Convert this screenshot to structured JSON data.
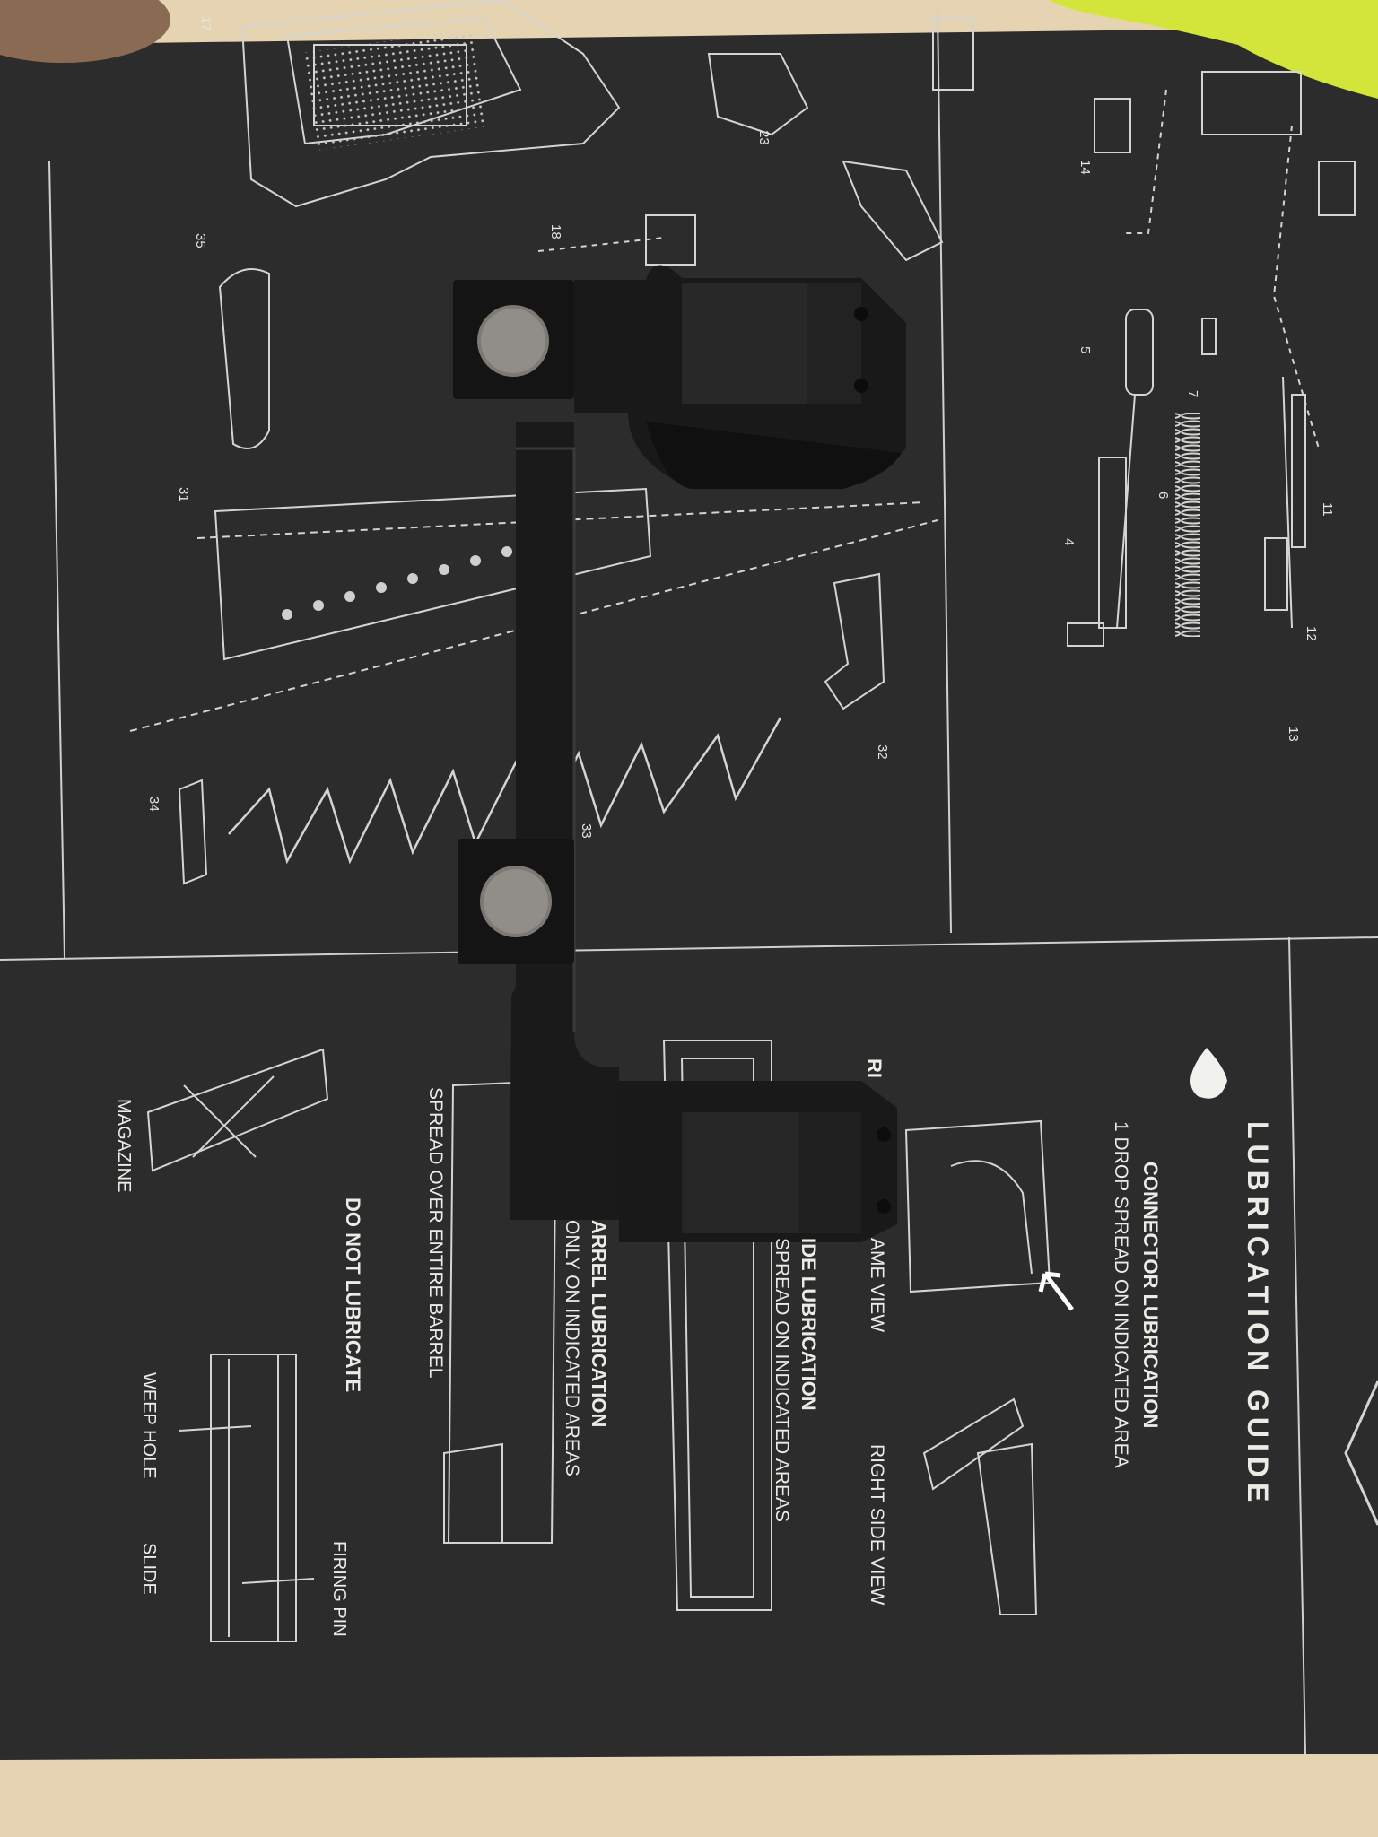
{
  "mat": {
    "guide": {
      "title": "LUBRICATION GUIDE",
      "connector_heading": "CONNECTOR LUBRICATION",
      "connector_text": "1 DROP SPREAD ON INDICATED AREA",
      "frame_view_left": "AME VIEW",
      "frame_view_right": "RIGHT SIDE VIEW",
      "slide_heading": "IDE LUBRICATION",
      "slide_text": "SPREAD ON INDICATED AREAS",
      "barrel_heading": "ARREL LUBRICATION",
      "barrel_text": "ONLY ON INDICATED AREAS",
      "barrel_spread": "SPREAD OVER ENTIRE BARREL",
      "do_not": "DO NOT LUBRICATE",
      "firing_pin": "FIRING PIN",
      "weep_hole": "WEEP HOLE",
      "slide": "SLIDE",
      "magazine": "MAGAZINE",
      "partial_ri": "RI"
    },
    "callouts": [
      "17",
      "23",
      "14",
      "35",
      "18",
      "5",
      "7",
      "31",
      "6",
      "11",
      "4",
      "12",
      "13",
      "32",
      "34",
      "33"
    ]
  },
  "colors": {
    "mat": "#2b2b2c",
    "line_art": "#d8d8d4",
    "mount": "#161616",
    "table": "#e9d7b8",
    "cloth": "#d6e83a"
  }
}
